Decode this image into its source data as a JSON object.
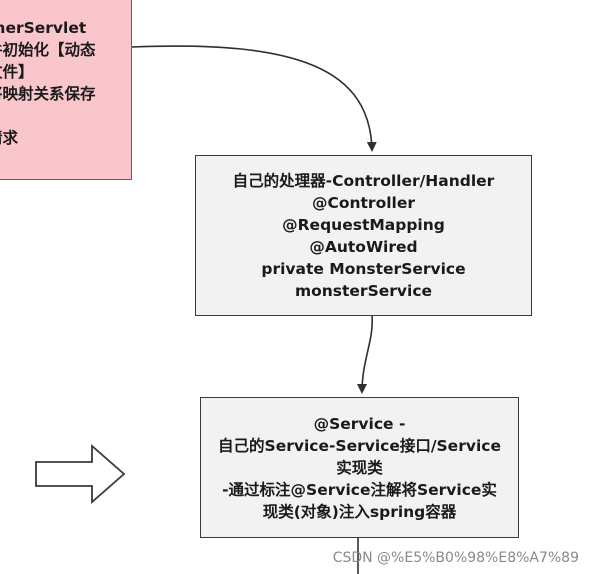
{
  "pink_box": {
    "lines": [
      "therServlet",
      "件初始化【动态",
      "文件】",
      "将映射关系保存",
      "",
      "请求"
    ]
  },
  "handler_box": {
    "lines": [
      "自己的处理器-Controller/Handler",
      "@Controller",
      "@RequestMapping",
      "@AutoWired",
      "private MonsterService",
      "monsterService"
    ]
  },
  "service_box": {
    "lines": [
      "@Service -",
      "自己的Service-Service接口/Service",
      "实现类",
      "-通过标注@Service注解将Service实",
      "现类(对象)注入spring容器"
    ]
  },
  "watermark": "CSDN @%E5%B0%98%E8%A7%89"
}
